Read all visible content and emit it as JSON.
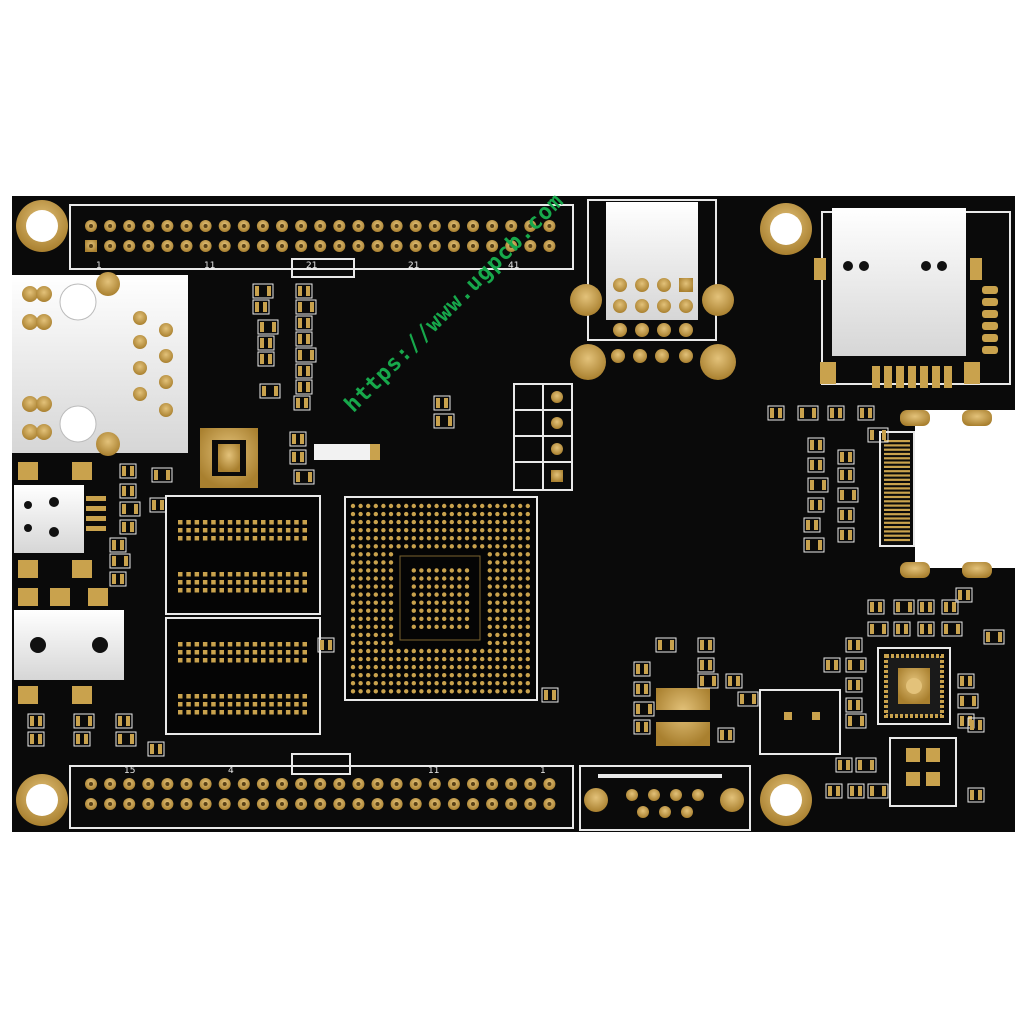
{
  "photo": {
    "subject": "pcb",
    "colors": {
      "background": "#ffffff",
      "board": "#0a0a0a",
      "pads": "#c9a24d",
      "silkscreen": "#e9e9e9",
      "connector_metal": "#eeeeee",
      "watermark": "#17a84b"
    }
  },
  "silkscreen": {
    "top_header": [
      "1",
      "11",
      "21",
      "21",
      "41"
    ],
    "bottom_header": [
      "15",
      "4",
      "11",
      "1"
    ]
  },
  "watermark": {
    "text": "https://www.ugpcb.com"
  }
}
